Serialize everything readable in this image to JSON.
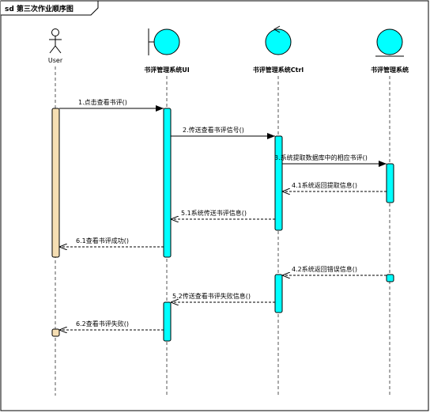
{
  "frame": {
    "title": "sd 第三次作业顺序图"
  },
  "participants": [
    {
      "id": "user",
      "kind": "actor",
      "label": "User"
    },
    {
      "id": "ui",
      "kind": "boundary",
      "label": "书评管理系统UI"
    },
    {
      "id": "ctrl",
      "kind": "control",
      "label": "书评管理系统Ctrl"
    },
    {
      "id": "entity",
      "kind": "entity",
      "label": "书评管理系统"
    }
  ],
  "messages": [
    {
      "id": "m1",
      "label": "1.点击查看书评()",
      "type": "sync"
    },
    {
      "id": "m2",
      "label": "2.传送查看书评信号()",
      "type": "sync"
    },
    {
      "id": "m3",
      "label": "3.系统提取数据库中的相应书评()",
      "type": "sync"
    },
    {
      "id": "m41",
      "label": "4.1系统返回提取信息()",
      "type": "return"
    },
    {
      "id": "m51",
      "label": "5.1系统传送书评信息()",
      "type": "return"
    },
    {
      "id": "m61",
      "label": "6.1查看书评成功()",
      "type": "return"
    },
    {
      "id": "m42",
      "label": "4.2系统返回错误信息()",
      "type": "return"
    },
    {
      "id": "m52",
      "label": "5.2传送查看书评失败信息()",
      "type": "return"
    },
    {
      "id": "m62",
      "label": "6.2查看书评失败()",
      "type": "return"
    }
  ],
  "colors": {
    "activation": "#00ffff",
    "actor_activation": "#f5deb3",
    "stroke": "#000000",
    "lifeline": "#555555"
  }
}
